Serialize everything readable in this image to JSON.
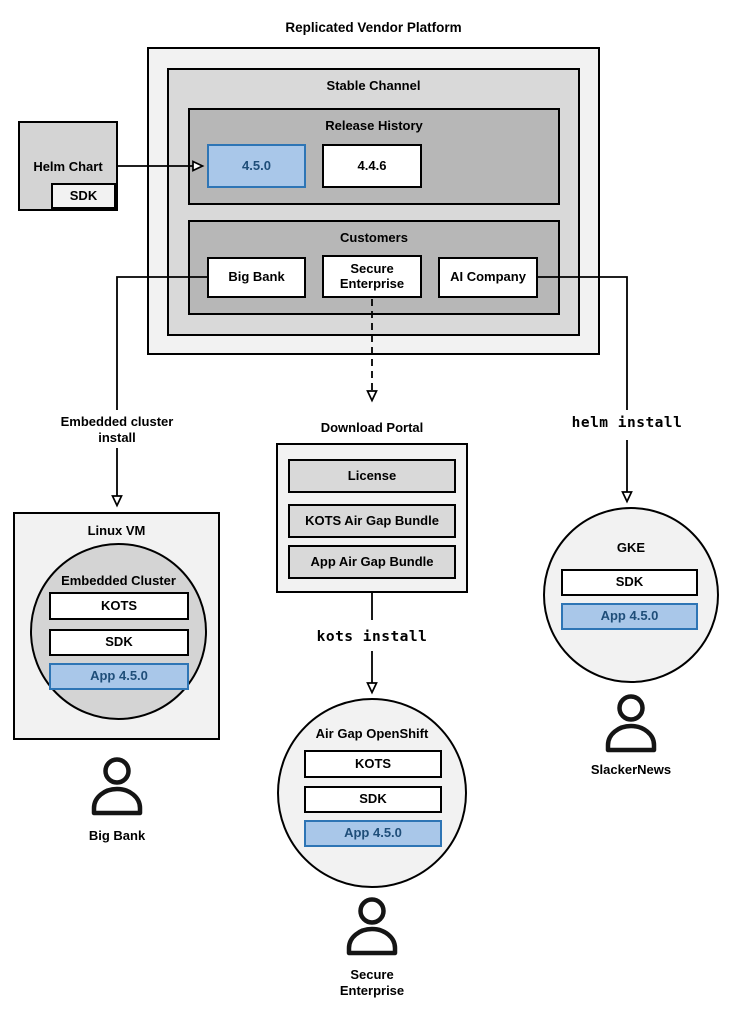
{
  "colors": {
    "blue_fill": "#a9c7e9",
    "blue_border": "#2e75b5",
    "blue_text": "#1f4e79"
  },
  "platform": {
    "title": "Replicated Vendor Platform",
    "stable_channel_title": "Stable Channel",
    "release_history": {
      "title": "Release History",
      "current_release": "4.5.0",
      "previous_release": "4.4.6"
    },
    "customers": {
      "title": "Customers",
      "big_bank": "Big Bank",
      "secure_enterprise": "Secure Enterprise",
      "ai_company": "AI Company"
    }
  },
  "helm_chart": {
    "label": "Helm Chart",
    "sdk": "SDK"
  },
  "flows": {
    "embedded_cluster_install": "Embedded cluster install",
    "helm_install": "helm install",
    "kots_install": "kots install"
  },
  "download_portal": {
    "title": "Download Portal",
    "items": [
      "License",
      "KOTS Air Gap Bundle",
      "App Air Gap Bundle"
    ]
  },
  "linux_vm": {
    "title": "Linux VM",
    "cluster_title": "Embedded Cluster",
    "kots": "KOTS",
    "sdk": "SDK",
    "app": "App 4.5.0"
  },
  "air_gap_openshift": {
    "title": "Air Gap OpenShift",
    "kots": "KOTS",
    "sdk": "SDK",
    "app": "App 4.5.0"
  },
  "gke": {
    "title": "GKE",
    "sdk": "SDK",
    "app": "App 4.5.0"
  },
  "users": {
    "big_bank": "Big Bank",
    "secure_enterprise": "Secure Enterprise",
    "slackernews": "SlackerNews"
  }
}
